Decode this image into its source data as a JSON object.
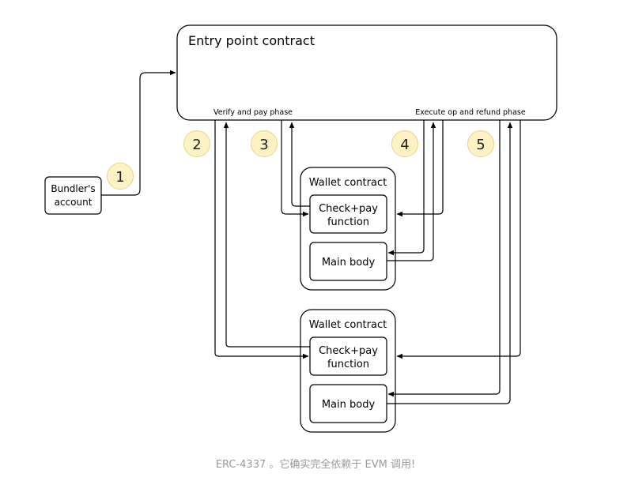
{
  "entry_point": {
    "title": "Entry point contract",
    "verify_phase_label": "Verify and pay phase",
    "execute_phase_label": "Execute op and refund phase"
  },
  "bundler": {
    "line1": "Bundler's",
    "line2": "account"
  },
  "wallets": [
    {
      "title": "Wallet contract",
      "check_line1": "Check+pay",
      "check_line2": "function",
      "main_body": "Main body"
    },
    {
      "title": "Wallet contract",
      "check_line1": "Check+pay",
      "check_line2": "function",
      "main_body": "Main body"
    }
  ],
  "steps": [
    "1",
    "2",
    "3",
    "4",
    "5"
  ],
  "colors": {
    "step_fill": "#fdf2c3",
    "step_stroke": "#e6d58d",
    "line": "#000000",
    "caption": "#9a9a9a"
  },
  "caption": "ERC-4337 。它确实完全依赖于 EVM 调用!"
}
